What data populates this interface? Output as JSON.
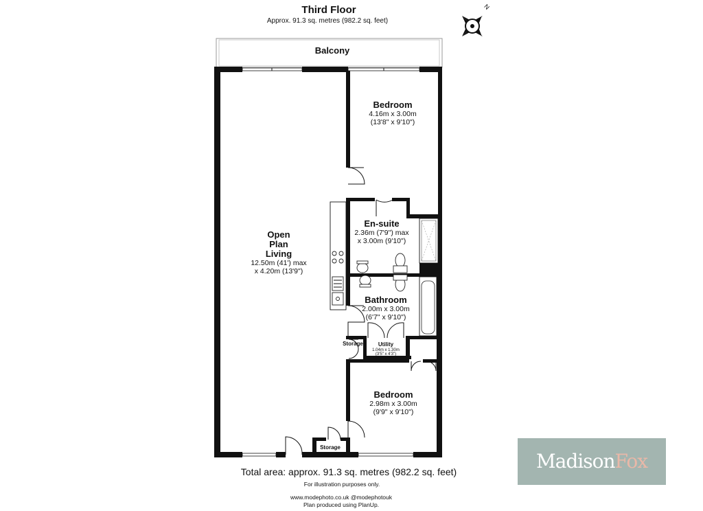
{
  "header": {
    "title": "Third Floor",
    "subtitle": "Approx. 91.3 sq. metres (982.2 sq. feet)"
  },
  "compass": {
    "label": "N"
  },
  "balcony": {
    "label": "Balcony"
  },
  "rooms": {
    "bedroom1": {
      "name": "Bedroom",
      "dim_metric": "4.16m x 3.00m",
      "dim_imperial": "(13'8\" x 9'10\")"
    },
    "ensuite": {
      "name": "En-suite",
      "dim_line1": "2.36m (7'9\") max",
      "dim_line2": "x 3.00m (9'10\")"
    },
    "living": {
      "name_line1": "Open",
      "name_line2": "Plan",
      "name_line3": "Living",
      "dim_line1": "12.50m (41') max",
      "dim_line2": "x 4.20m (13'9\")"
    },
    "bathroom": {
      "name": "Bathroom",
      "dim_metric": "2.00m x 3.00m",
      "dim_imperial": "(6'7\" x 9'10\")"
    },
    "storage1": {
      "name": "Storage"
    },
    "utility": {
      "name": "Utility",
      "dim_metric": "1.04m x 1.30m",
      "dim_imperial": "(3'5\" x 4'3\")"
    },
    "bedroom2": {
      "name": "Bedroom",
      "dim_metric": "2.98m x 3.00m",
      "dim_imperial": "(9'9\" x 9'10\")"
    },
    "storage2": {
      "name": "Storage"
    }
  },
  "footer": {
    "total": "Total area: approx. 91.3 sq. metres (982.2 sq. feet)",
    "note": "For illustration purposes only.",
    "credit1": "www.modephoto.co.uk  @modephotouk",
    "credit2": "Plan produced using PlanUp."
  },
  "brand": {
    "part1": "Madison",
    "part2": "Fox",
    "bg_color": "#a3b5b0",
    "color1": "#ffffff",
    "color2": "#e9b8a8"
  }
}
